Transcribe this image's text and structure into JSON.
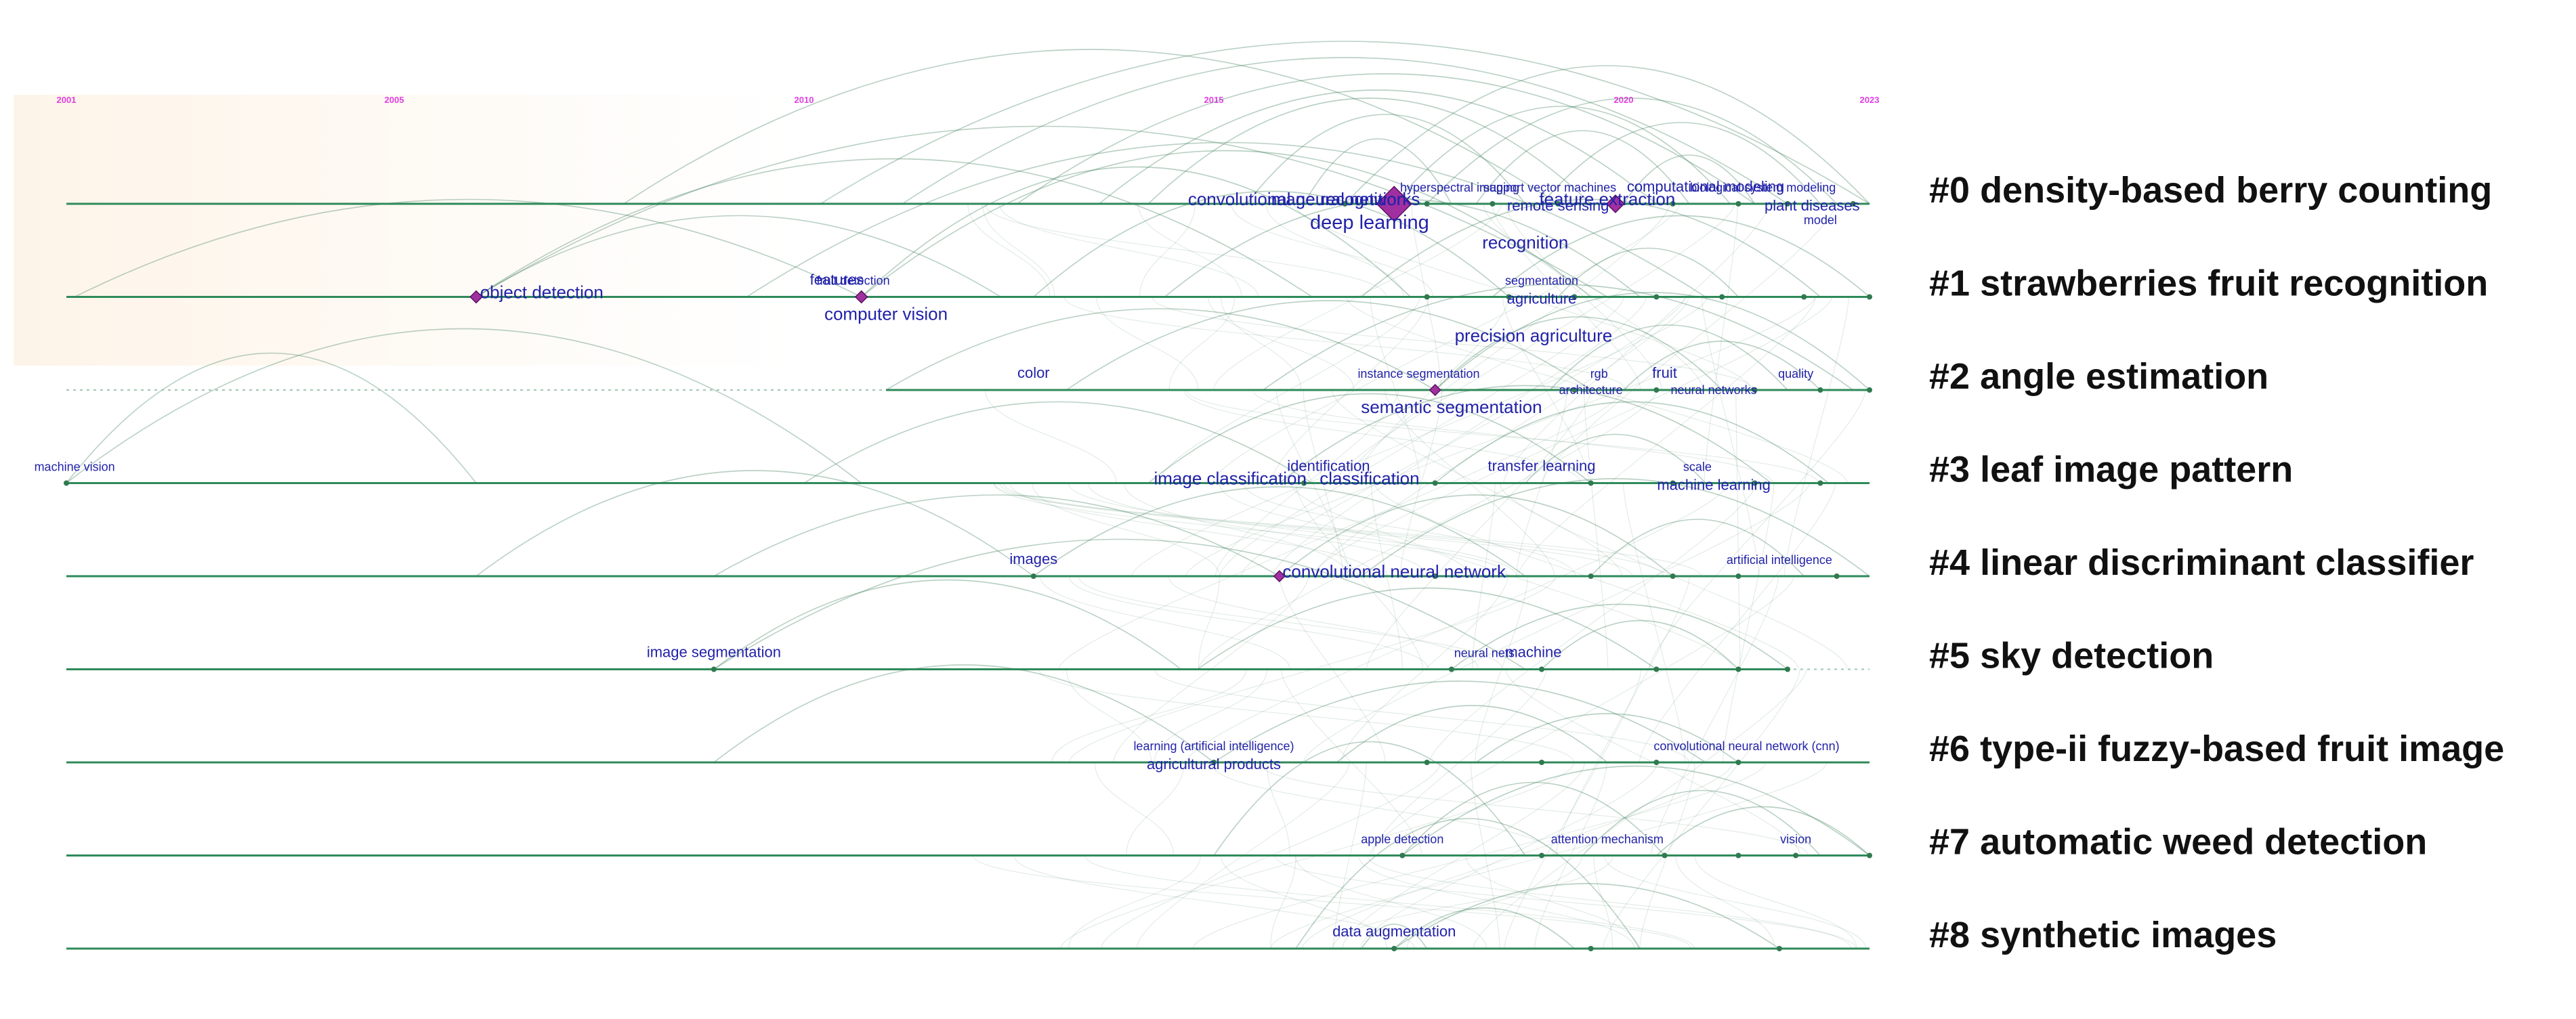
{
  "colors": {
    "track": "#2f8a5a",
    "dashed": "#9fc6b0",
    "arc": "#3a7a55",
    "node": "#2f7a4e",
    "highlight": "#a030a0",
    "keyword": "#2222aa",
    "year": "#e040e0"
  },
  "years": [
    {
      "label": "2001",
      "value": 2001
    },
    {
      "label": "2005",
      "value": 2005
    },
    {
      "label": "2010",
      "value": 2010
    },
    {
      "label": "2015",
      "value": 2015
    },
    {
      "label": "2020",
      "value": 2020
    },
    {
      "label": "2023",
      "value": 2023
    }
  ],
  "clusters": [
    {
      "id": "c0",
      "label": "#0 density-based berry counting",
      "start": 2001,
      "end": 2023
    },
    {
      "id": "c1",
      "label": "#1 strawberries fruit recognition",
      "start": 2001,
      "end": 2023
    },
    {
      "id": "c2",
      "label": "#2 angle estimation",
      "start": 2011,
      "end": 2023
    },
    {
      "id": "c3",
      "label": "#3 leaf image pattern",
      "start": 2001,
      "end": 2023
    },
    {
      "id": "c4",
      "label": "#4 linear discriminant classifier",
      "start": 2001,
      "end": 2023
    },
    {
      "id": "c5",
      "label": "#5 sky detection",
      "start": 2001,
      "end": 2022
    },
    {
      "id": "c6",
      "label": "#6 type-ii fuzzy-based fruit image",
      "start": 2001,
      "end": 2023
    },
    {
      "id": "c7",
      "label": "#7 automatic weed detection",
      "start": 2001,
      "end": 2023
    },
    {
      "id": "c8",
      "label": "#8 synthetic images",
      "start": 2001,
      "end": 2023
    }
  ],
  "keywords": [
    {
      "text": "image recognition",
      "cluster": 0,
      "year": 2016.5,
      "size": "l"
    },
    {
      "text": "hyperspectral imaging",
      "cluster": 0,
      "year": 2018,
      "size": "s"
    },
    {
      "text": "support vector machines",
      "cluster": 0,
      "year": 2019.1,
      "size": "s"
    },
    {
      "text": "remote sensing",
      "cluster": 0,
      "year": 2019.2,
      "size": "m"
    },
    {
      "text": "convolutional neural networks",
      "cluster": 0,
      "year": 2016.1,
      "size": "l"
    },
    {
      "text": "computational modeling",
      "cluster": 0,
      "year": 2021.0,
      "size": "m"
    },
    {
      "text": "biological system modeling",
      "cluster": 0,
      "year": 2021.7,
      "size": "s"
    },
    {
      "text": "plant diseases",
      "cluster": 0,
      "year": 2022.3,
      "size": "m"
    },
    {
      "text": "model",
      "cluster": 0,
      "year": 2022.4,
      "size": "s"
    },
    {
      "text": "deep learning",
      "cluster": 0,
      "year": 2016.9,
      "size": "xl"
    },
    {
      "text": "recognition",
      "cluster": 0,
      "year": 2018.8,
      "size": "l"
    },
    {
      "text": "feature extraction",
      "cluster": 0,
      "year": 2019.8,
      "size": "l"
    },
    {
      "text": "fruit detection",
      "cluster": 1,
      "year": 2010.6,
      "size": "s"
    },
    {
      "text": "segmentation",
      "cluster": 1,
      "year": 2019.0,
      "size": "s"
    },
    {
      "text": "features",
      "cluster": 1,
      "year": 2010.4,
      "size": "m"
    },
    {
      "text": "agriculture",
      "cluster": 1,
      "year": 2019.0,
      "size": "m"
    },
    {
      "text": "object detection",
      "cluster": 1,
      "year": 2006.8,
      "size": "l"
    },
    {
      "text": "computer vision",
      "cluster": 1,
      "year": 2011.0,
      "size": "l"
    },
    {
      "text": "precision agriculture",
      "cluster": 1,
      "year": 2018.9,
      "size": "l"
    },
    {
      "text": "instance segmentation",
      "cluster": 2,
      "year": 2017.5,
      "size": "s"
    },
    {
      "text": "rgb",
      "cluster": 2,
      "year": 2019.7,
      "size": "s"
    },
    {
      "text": "architecture",
      "cluster": 2,
      "year": 2019.6,
      "size": "s"
    },
    {
      "text": "color",
      "cluster": 2,
      "year": 2012.8,
      "size": "m"
    },
    {
      "text": "fruit",
      "cluster": 2,
      "year": 2020.5,
      "size": "m"
    },
    {
      "text": "neural networks",
      "cluster": 2,
      "year": 2021.1,
      "size": "s"
    },
    {
      "text": "quality",
      "cluster": 2,
      "year": 2022.1,
      "size": "s"
    },
    {
      "text": "semantic segmentation",
      "cluster": 2,
      "year": 2017.9,
      "size": "l"
    },
    {
      "text": "machine vision",
      "cluster": 3,
      "year": 2001.1,
      "size": "s"
    },
    {
      "text": "scale",
      "cluster": 3,
      "year": 2020.9,
      "size": "s"
    },
    {
      "text": "identification",
      "cluster": 3,
      "year": 2016.4,
      "size": "m"
    },
    {
      "text": "image classification",
      "cluster": 3,
      "year": 2015.2,
      "size": "l"
    },
    {
      "text": "classification",
      "cluster": 3,
      "year": 2016.9,
      "size": "l"
    },
    {
      "text": "transfer learning",
      "cluster": 3,
      "year": 2019.0,
      "size": "m"
    },
    {
      "text": "machine learning",
      "cluster": 3,
      "year": 2021.1,
      "size": "m"
    },
    {
      "text": "images",
      "cluster": 4,
      "year": 2012.8,
      "size": "m"
    },
    {
      "text": "convolutional neural network",
      "cluster": 4,
      "year": 2017.2,
      "size": "l"
    },
    {
      "text": "artificial intelligence",
      "cluster": 4,
      "year": 2021.9,
      "size": "s"
    },
    {
      "text": "neural nets",
      "cluster": 5,
      "year": 2018.3,
      "size": "s"
    },
    {
      "text": "machine",
      "cluster": 5,
      "year": 2018.9,
      "size": "m"
    },
    {
      "text": "image segmentation",
      "cluster": 5,
      "year": 2008.9,
      "size": "m"
    },
    {
      "text": "learning (artificial intelligence)",
      "cluster": 6,
      "year": 2015.0,
      "size": "s"
    },
    {
      "text": "agricultural products",
      "cluster": 6,
      "year": 2015.0,
      "size": "m"
    },
    {
      "text": "convolutional neural network (cnn)",
      "cluster": 6,
      "year": 2021.5,
      "size": "s"
    },
    {
      "text": "apple detection",
      "cluster": 7,
      "year": 2017.3,
      "size": "s"
    },
    {
      "text": "attention mechanism",
      "cluster": 7,
      "year": 2019.8,
      "size": "s"
    },
    {
      "text": "vision",
      "cluster": 7,
      "year": 2022.1,
      "size": "s"
    },
    {
      "text": "data augmentation",
      "cluster": 8,
      "year": 2017.2,
      "size": "m"
    }
  ],
  "highlight_nodes": [
    {
      "cluster": 0,
      "year": 2017.2,
      "size": 3.2
    },
    {
      "cluster": 0,
      "year": 2019.9,
      "size": 1.6
    },
    {
      "cluster": 1,
      "year": 2006.0,
      "size": 1.1
    },
    {
      "cluster": 1,
      "year": 2010.7,
      "size": 1.1
    },
    {
      "cluster": 2,
      "year": 2017.7,
      "size": 1.0
    },
    {
      "cluster": 4,
      "year": 2015.8,
      "size": 1.0
    }
  ],
  "arcs": [
    {
      "cluster": 0,
      "from": 2010.2,
      "to": 2023.0,
      "h": 2.0
    },
    {
      "cluster": 0,
      "from": 2011.2,
      "to": 2022.0,
      "h": 1.8
    },
    {
      "cluster": 0,
      "from": 2012.6,
      "to": 2021.6,
      "h": 1.6
    },
    {
      "cluster": 0,
      "from": 2013.6,
      "to": 2020.4,
      "h": 1.4
    },
    {
      "cluster": 0,
      "from": 2014.2,
      "to": 2019.6,
      "h": 1.3
    },
    {
      "cluster": 0,
      "from": 2015.4,
      "to": 2018.8,
      "h": 1.1
    },
    {
      "cluster": 0,
      "from": 2016.1,
      "to": 2017.9,
      "h": 0.8
    },
    {
      "cluster": 0,
      "from": 2016.6,
      "to": 2023.0,
      "h": 1.7
    },
    {
      "cluster": 0,
      "from": 2017.2,
      "to": 2021.3,
      "h": 1.2
    },
    {
      "cluster": 0,
      "from": 2017.6,
      "to": 2022.6,
      "h": 1.3
    },
    {
      "cluster": 0,
      "from": 2018.2,
      "to": 2020.8,
      "h": 0.9
    },
    {
      "cluster": 0,
      "from": 2019.0,
      "to": 2022.4,
      "h": 1.0
    },
    {
      "cluster": 0,
      "from": 2020.0,
      "to": 2021.6,
      "h": 0.6
    },
    {
      "cluster": 0,
      "from": 2007.8,
      "to": 2019.2,
      "h": 1.9
    },
    {
      "cluster": 1,
      "from": 2006.0,
      "to": 2019.8,
      "h": 2.1
    },
    {
      "cluster": 1,
      "from": 2006.0,
      "to": 2016.2,
      "h": 1.7
    },
    {
      "cluster": 1,
      "from": 2006.0,
      "to": 2012.4,
      "h": 1.0
    },
    {
      "cluster": 1,
      "from": 2009.3,
      "to": 2021.0,
      "h": 1.9
    },
    {
      "cluster": 1,
      "from": 2010.7,
      "to": 2017.4,
      "h": 1.6
    },
    {
      "cluster": 1,
      "from": 2010.7,
      "to": 2019.6,
      "h": 1.8
    },
    {
      "cluster": 1,
      "from": 2012.8,
      "to": 2018.6,
      "h": 1.3
    },
    {
      "cluster": 1,
      "from": 2014.4,
      "to": 2020.2,
      "h": 1.2
    },
    {
      "cluster": 1,
      "from": 2016.8,
      "to": 2022.4,
      "h": 1.2
    },
    {
      "cluster": 1,
      "from": 2018.4,
      "to": 2023.0,
      "h": 1.0
    },
    {
      "cluster": 1,
      "from": 2019.2,
      "to": 2021.4,
      "h": 0.6
    },
    {
      "cluster": 1,
      "from": 2001.1,
      "to": 2010.7,
      "h": 1.2
    },
    {
      "cluster": 2,
      "from": 2011.0,
      "to": 2017.7,
      "h": 1.0
    },
    {
      "cluster": 2,
      "from": 2013.2,
      "to": 2019.6,
      "h": 1.1
    },
    {
      "cluster": 2,
      "from": 2015.6,
      "to": 2022.8,
      "h": 1.3
    },
    {
      "cluster": 2,
      "from": 2017.7,
      "to": 2021.2,
      "h": 0.9
    },
    {
      "cluster": 2,
      "from": 2017.7,
      "to": 2023.0,
      "h": 1.2
    },
    {
      "cluster": 2,
      "from": 2019.1,
      "to": 2022.0,
      "h": 0.8
    },
    {
      "cluster": 2,
      "from": 2020.0,
      "to": 2022.4,
      "h": 0.6
    },
    {
      "cluster": 3,
      "from": 2001.0,
      "to": 2010.7,
      "h": 1.9
    },
    {
      "cluster": 3,
      "from": 2001.0,
      "to": 2006.0,
      "h": 1.6
    },
    {
      "cluster": 3,
      "from": 2010.0,
      "to": 2016.2,
      "h": 1.0
    },
    {
      "cluster": 3,
      "from": 2014.2,
      "to": 2019.6,
      "h": 1.1
    },
    {
      "cluster": 3,
      "from": 2015.8,
      "to": 2021.8,
      "h": 1.2
    },
    {
      "cluster": 3,
      "from": 2017.7,
      "to": 2022.5,
      "h": 1.0
    },
    {
      "cluster": 3,
      "from": 2018.8,
      "to": 2021.0,
      "h": 0.6
    },
    {
      "cluster": 4,
      "from": 2008.9,
      "to": 2015.8,
      "h": 1.0
    },
    {
      "cluster": 4,
      "from": 2012.8,
      "to": 2018.8,
      "h": 1.1
    },
    {
      "cluster": 4,
      "from": 2015.8,
      "to": 2020.6,
      "h": 1.0
    },
    {
      "cluster": 4,
      "from": 2016.8,
      "to": 2023.0,
      "h": 1.2
    },
    {
      "cluster": 4,
      "from": 2019.6,
      "to": 2022.2,
      "h": 0.7
    },
    {
      "cluster": 4,
      "from": 2006.0,
      "to": 2012.8,
      "h": 1.3
    },
    {
      "cluster": 5,
      "from": 2008.9,
      "to": 2018.8,
      "h": 1.6
    },
    {
      "cluster": 5,
      "from": 2008.9,
      "to": 2014.6,
      "h": 1.1
    },
    {
      "cluster": 5,
      "from": 2014.8,
      "to": 2020.4,
      "h": 1.0
    },
    {
      "cluster": 5,
      "from": 2017.9,
      "to": 2022.0,
      "h": 0.8
    },
    {
      "cluster": 5,
      "from": 2019.0,
      "to": 2021.4,
      "h": 0.6
    },
    {
      "cluster": 6,
      "from": 2015.0,
      "to": 2021.0,
      "h": 1.0
    },
    {
      "cluster": 6,
      "from": 2016.5,
      "to": 2019.8,
      "h": 0.7
    },
    {
      "cluster": 6,
      "from": 2018.2,
      "to": 2021.4,
      "h": 0.6
    },
    {
      "cluster": 6,
      "from": 2008.9,
      "to": 2015.0,
      "h": 1.2
    },
    {
      "cluster": 7,
      "from": 2017.3,
      "to": 2023.0,
      "h": 1.1
    },
    {
      "cluster": 7,
      "from": 2017.3,
      "to": 2020.5,
      "h": 0.9
    },
    {
      "cluster": 7,
      "from": 2019.5,
      "to": 2022.4,
      "h": 0.8
    },
    {
      "cluster": 7,
      "from": 2020.4,
      "to": 2023.0,
      "h": 0.6
    },
    {
      "cluster": 7,
      "from": 2015.0,
      "to": 2018.8,
      "h": 1.4
    },
    {
      "cluster": 8,
      "from": 2017.2,
      "to": 2021.9,
      "h": 0.8
    },
    {
      "cluster": 8,
      "from": 2016.8,
      "to": 2017.6,
      "h": 0.3
    },
    {
      "cluster": 8,
      "from": 2016.0,
      "to": 2020.2,
      "h": 1.6
    },
    {
      "cluster": 8,
      "from": 2017.2,
      "to": 2019.4,
      "h": 0.5
    }
  ],
  "nodes": [
    {
      "cluster": 0,
      "years": [
        2016.6,
        2017.6,
        2018.4,
        2019.2,
        2019.9,
        2020.6,
        2021.4,
        2022.0,
        2022.8
      ]
    },
    {
      "cluster": 1,
      "years": [
        2006.0,
        2010.7,
        2017.6,
        2018.6,
        2019.4,
        2020.4,
        2021.2,
        2022.2,
        2023.0
      ]
    },
    {
      "cluster": 2,
      "years": [
        2017.7,
        2019.4,
        2020.4,
        2021.6,
        2022.4,
        2023.0
      ]
    },
    {
      "cluster": 3,
      "years": [
        2001.0,
        2016.1,
        2017.7,
        2019.6,
        2020.6,
        2021.6,
        2022.4
      ]
    },
    {
      "cluster": 4,
      "years": [
        2012.8,
        2015.8,
        2017.7,
        2019.6,
        2020.6,
        2021.4,
        2022.6
      ]
    },
    {
      "cluster": 5,
      "years": [
        2008.9,
        2017.9,
        2019.0,
        2020.4,
        2021.4,
        2022.0
      ]
    },
    {
      "cluster": 6,
      "years": [
        2015.0,
        2017.6,
        2019.0,
        2020.4,
        2021.4
      ]
    },
    {
      "cluster": 7,
      "years": [
        2017.3,
        2019.0,
        2020.5,
        2021.4,
        2022.1,
        2023.0
      ]
    },
    {
      "cluster": 8,
      "years": [
        2017.2,
        2019.6,
        2021.9
      ]
    }
  ]
}
